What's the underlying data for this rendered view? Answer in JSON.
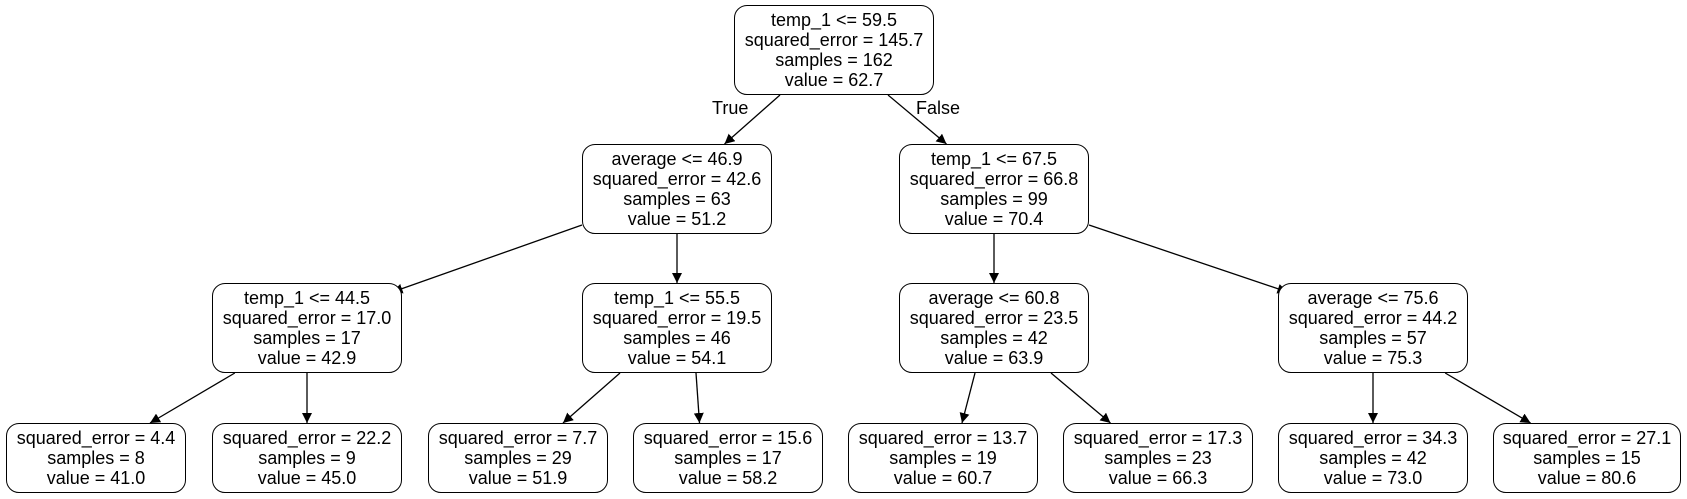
{
  "colors": {
    "stroke": "#000000",
    "fill": "#ffffff",
    "text": "#000000"
  },
  "labels": {
    "true_branch": "True",
    "false_branch": "False"
  },
  "nodes": [
    {
      "id": "n0",
      "split": "temp_1 <= 59.5",
      "error": "squared_error = 145.7",
      "samples": "samples = 162",
      "value": "value = 62.7"
    },
    {
      "id": "n1",
      "split": "average <= 46.9",
      "error": "squared_error = 42.6",
      "samples": "samples = 63",
      "value": "value = 51.2"
    },
    {
      "id": "n2",
      "split": "temp_1 <= 67.5",
      "error": "squared_error = 66.8",
      "samples": "samples = 99",
      "value": "value = 70.4"
    },
    {
      "id": "n3",
      "split": "temp_1 <= 44.5",
      "error": "squared_error = 17.0",
      "samples": "samples = 17",
      "value": "value = 42.9"
    },
    {
      "id": "n4",
      "split": "temp_1 <= 55.5",
      "error": "squared_error = 19.5",
      "samples": "samples = 46",
      "value": "value = 54.1"
    },
    {
      "id": "n5",
      "split": "average <= 60.8",
      "error": "squared_error = 23.5",
      "samples": "samples = 42",
      "value": "value = 63.9"
    },
    {
      "id": "n6",
      "split": "average <= 75.6",
      "error": "squared_error = 44.2",
      "samples": "samples = 57",
      "value": "value = 75.3"
    },
    {
      "id": "n7",
      "error": "squared_error = 4.4",
      "samples": "samples = 8",
      "value": "value = 41.0"
    },
    {
      "id": "n8",
      "error": "squared_error = 22.2",
      "samples": "samples = 9",
      "value": "value = 45.0"
    },
    {
      "id": "n9",
      "error": "squared_error = 7.7",
      "samples": "samples = 29",
      "value": "value = 51.9"
    },
    {
      "id": "n10",
      "error": "squared_error = 15.6",
      "samples": "samples = 17",
      "value": "value = 58.2"
    },
    {
      "id": "n11",
      "error": "squared_error = 13.7",
      "samples": "samples = 19",
      "value": "value = 60.7"
    },
    {
      "id": "n12",
      "error": "squared_error = 17.3",
      "samples": "samples = 23",
      "value": "value = 66.3"
    },
    {
      "id": "n13",
      "error": "squared_error = 34.3",
      "samples": "samples = 42",
      "value": "value = 73.0"
    },
    {
      "id": "n14",
      "error": "squared_error = 27.1",
      "samples": "samples = 15",
      "value": "value = 80.6"
    }
  ],
  "edges": [
    [
      "n0",
      "n1"
    ],
    [
      "n0",
      "n2"
    ],
    [
      "n1",
      "n3"
    ],
    [
      "n1",
      "n4"
    ],
    [
      "n2",
      "n5"
    ],
    [
      "n2",
      "n6"
    ],
    [
      "n3",
      "n7"
    ],
    [
      "n3",
      "n8"
    ],
    [
      "n4",
      "n9"
    ],
    [
      "n4",
      "n10"
    ],
    [
      "n5",
      "n11"
    ],
    [
      "n5",
      "n12"
    ],
    [
      "n6",
      "n13"
    ],
    [
      "n6",
      "n14"
    ]
  ]
}
